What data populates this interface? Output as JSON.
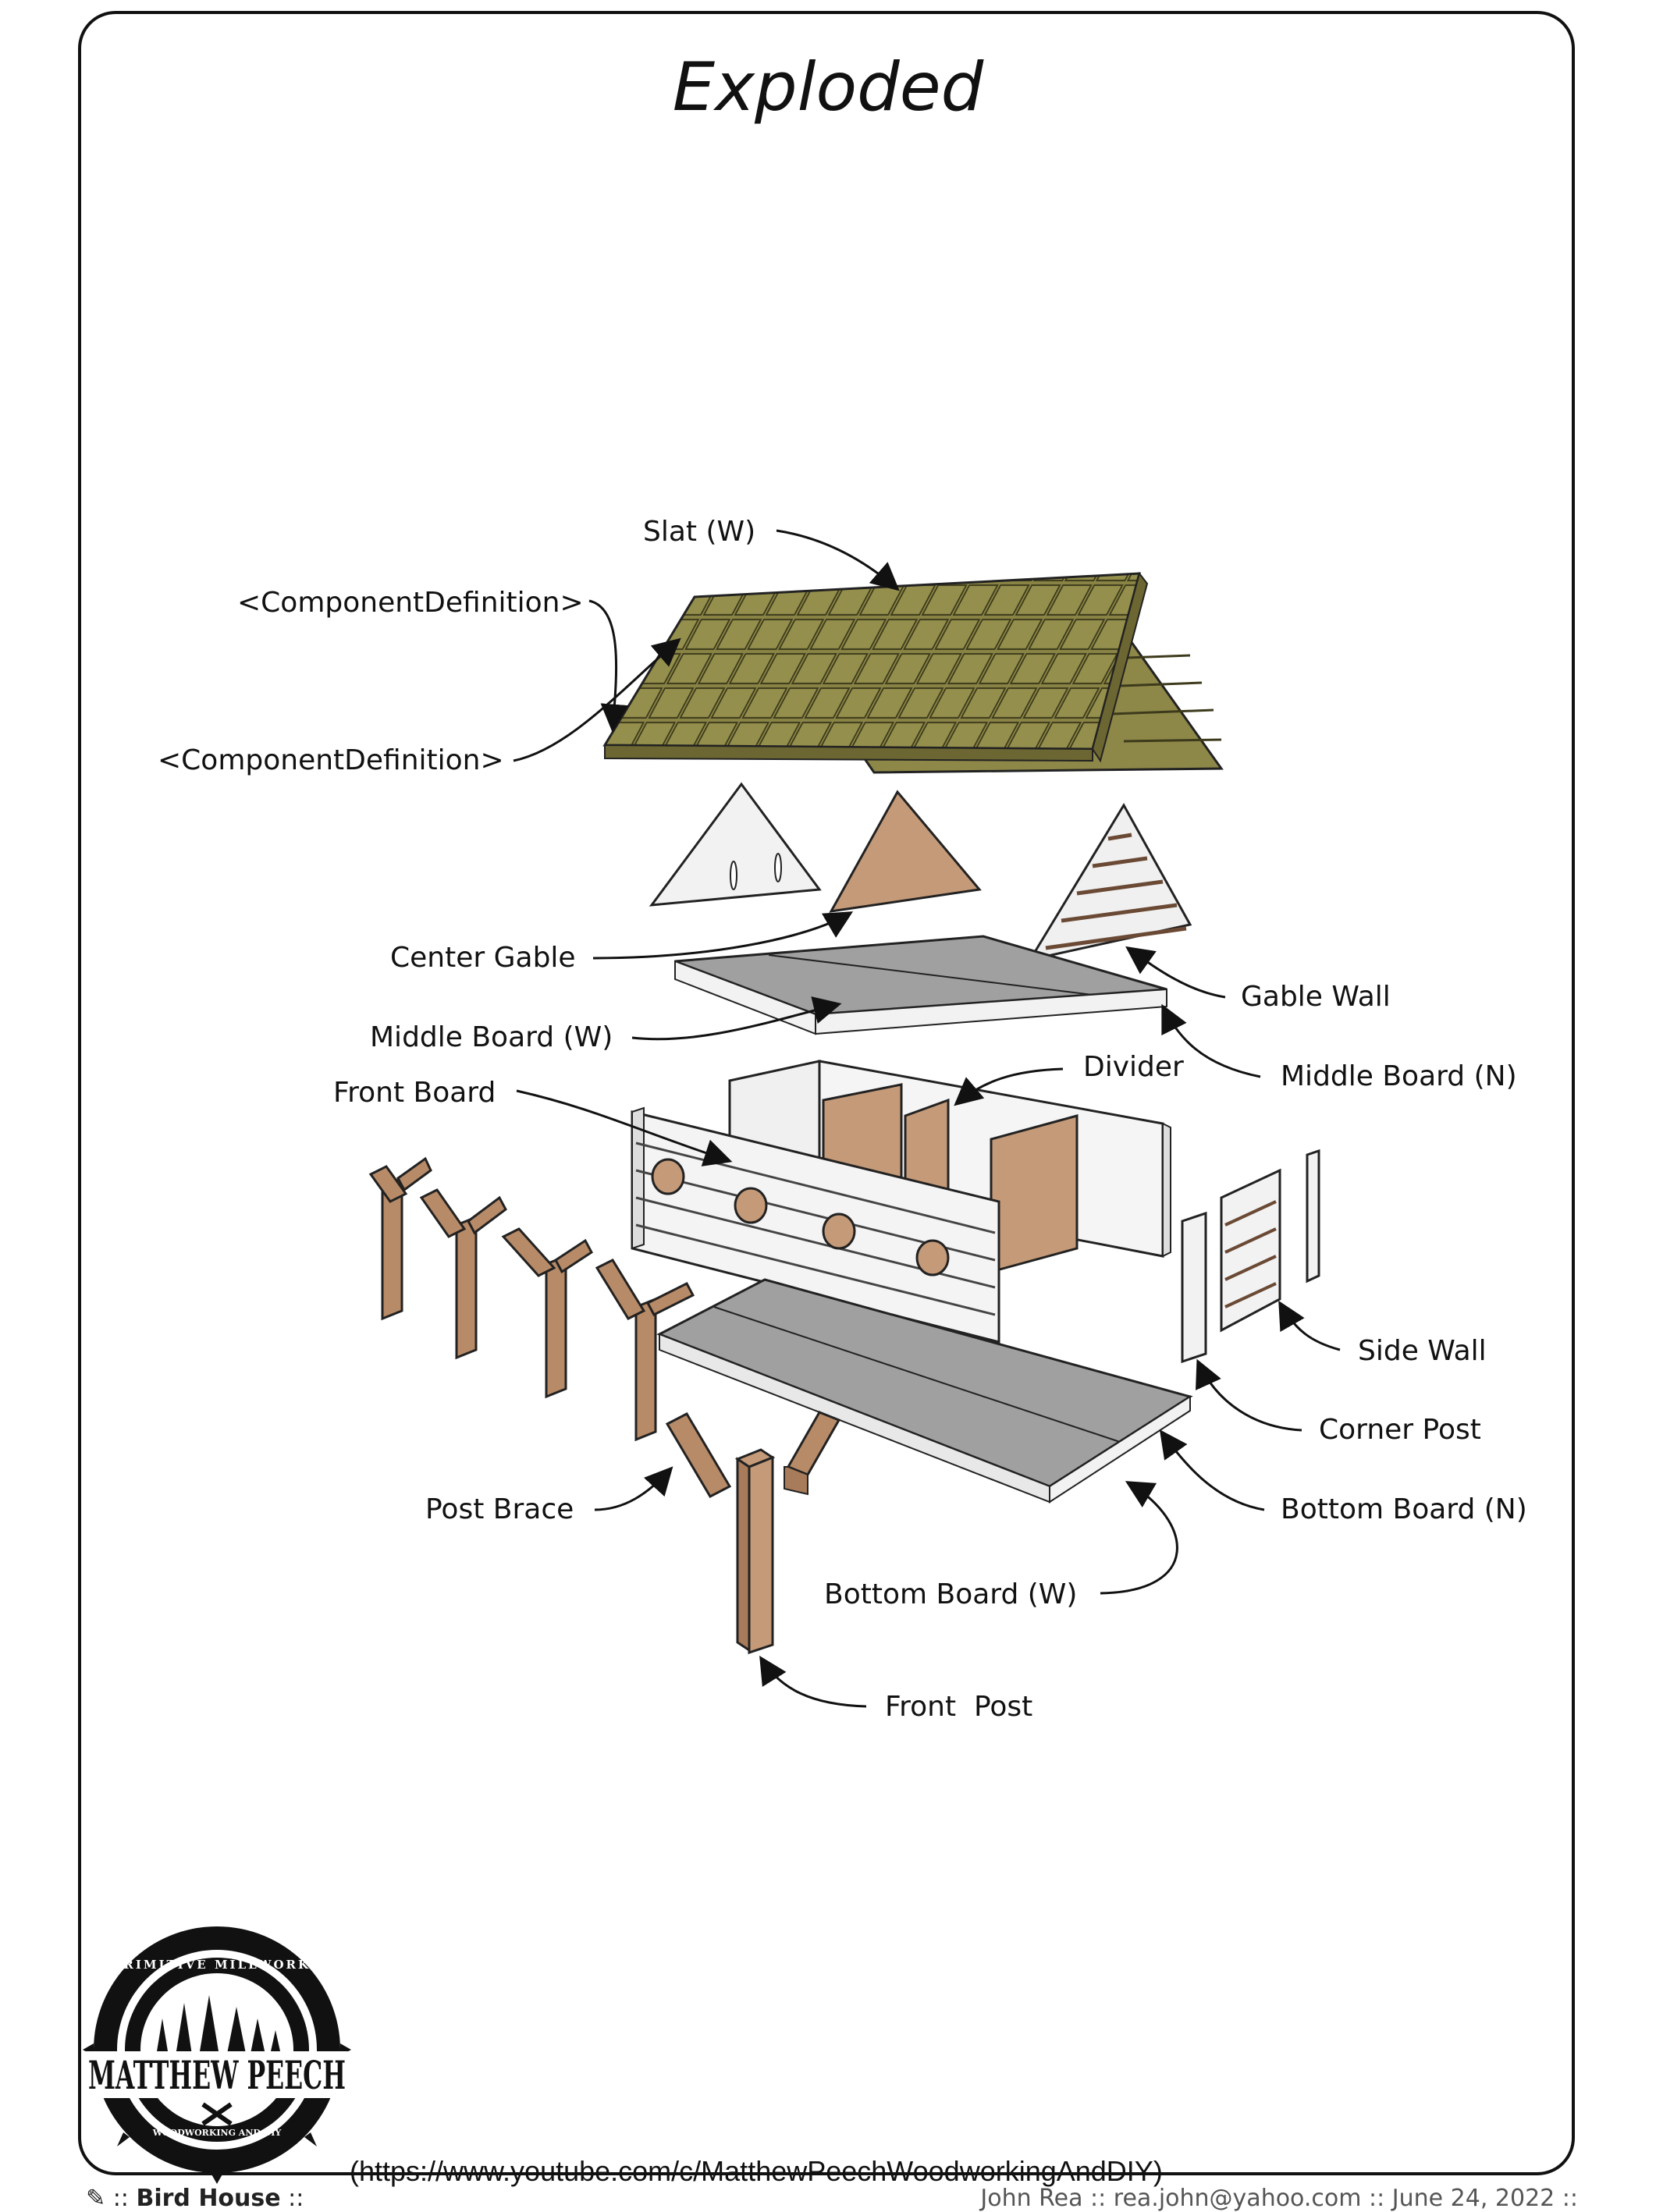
{
  "title": "Exploded",
  "labels": {
    "slat_w": "Slat (W)",
    "component_def_1": "<ComponentDefinition>",
    "component_def_2": "<ComponentDefinition>",
    "center_gable": "Center Gable",
    "gable_wall": "Gable Wall",
    "middle_board_w": "Middle Board (W)",
    "middle_board_n": "Middle Board (N)",
    "divider": "Divider",
    "front_board": "Front Board",
    "side_wall": "Side Wall",
    "corner_post": "Corner Post",
    "bottom_board_n": "Bottom Board (N)",
    "post_brace": "Post Brace",
    "bottom_board_w": "Bottom Board (W)",
    "front_post": "Front  Post"
  },
  "logo": {
    "arc_top": "PRIMITIVE MILLWORKS",
    "name": "MATTHEW PEECH",
    "arc_bottom": "WOODWORKING AND DIY"
  },
  "url": "(https://www.youtube.com/c/MatthewPeechWoodworkingAndDIY)",
  "footer": {
    "left_prefix": "::",
    "left_title": "Bird House",
    "left_suffix": "::",
    "right": "John Rea  ::  rea.john@yahoo.com  ::  June 24, 2022  ::"
  },
  "colors": {
    "roof": "#8a8545",
    "roof_dark": "#5e5a2c",
    "wood": "#b88b68",
    "wood_dark": "#8f6547",
    "white_board": "#f2f2f2",
    "grey_board": "#a0a0a0",
    "outline": "#111111"
  }
}
